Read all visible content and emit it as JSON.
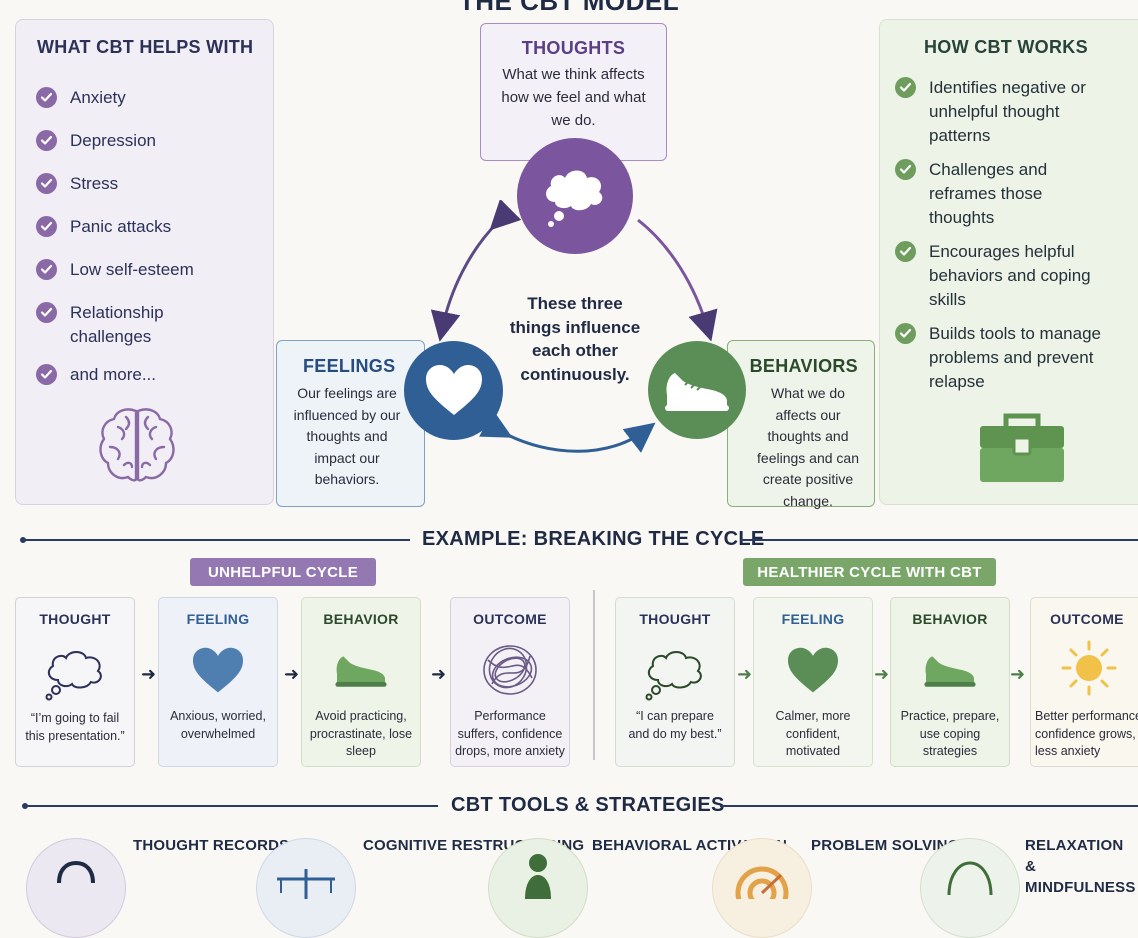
{
  "page": {
    "title": "THE CBT MODEL"
  },
  "helps": {
    "title": "WHAT CBT HELPS WITH",
    "items": [
      "Anxiety",
      "Depression",
      "Stress",
      "Panic attacks",
      "Low self-esteem",
      "Relationship challenges",
      "and more..."
    ]
  },
  "works": {
    "title": "HOW CBT WORKS",
    "items": [
      "Identifies negative or unhelpful thought patterns",
      "Challenges and reframes those thoughts",
      "Encourages helpful behaviors and coping skills",
      "Builds tools to manage problems and prevent relapse"
    ]
  },
  "model": {
    "thoughts": {
      "title": "THOUGHTS",
      "text": "What we think affects how we feel and what we do."
    },
    "feelings": {
      "title": "FEELINGS",
      "text": "Our feelings are influenced by our thoughts and impact our behaviors."
    },
    "behaviors": {
      "title": "BEHAVIORS",
      "text": "What we do affects our thoughts and feelings and can create positive change."
    },
    "center": "These three things influence each other continuously."
  },
  "example": {
    "title": "EXAMPLE: BREAKING THE CYCLE",
    "unhelpful": {
      "label": "UNHELPFUL CYCLE",
      "cards": [
        {
          "title": "THOUGHT",
          "text": "“I’m going to fail this presentation.”"
        },
        {
          "title": "FEELING",
          "text": "Anxious, worried, overwhelmed"
        },
        {
          "title": "BEHAVIOR",
          "text": "Avoid practicing, procrastinate, lose sleep"
        },
        {
          "title": "OUTCOME",
          "text": "Performance suffers, confidence drops, more anxiety"
        }
      ]
    },
    "healthier": {
      "label": "HEALTHIER CYCLE WITH CBT",
      "cards": [
        {
          "title": "THOUGHT",
          "text": "“I can prepare and do my best.”"
        },
        {
          "title": "FEELING",
          "text": "Calmer, more confident, motivated"
        },
        {
          "title": "BEHAVIOR",
          "text": "Practice, prepare, use coping strategies"
        },
        {
          "title": "OUTCOME",
          "text": "Better performance, confidence grows, less anxiety"
        }
      ]
    }
  },
  "tools": {
    "title": "CBT TOOLS & STRATEGIES",
    "items": [
      {
        "label": "THOUGHT RECORDS"
      },
      {
        "label": "COGNITIVE RESTRUCTURING"
      },
      {
        "label": "BEHAVIORAL ACTIVATION"
      },
      {
        "label": "PROBLEM SOLVING"
      },
      {
        "label": "RELAXATION & MINDFULNESS"
      }
    ]
  },
  "colors": {
    "purple": "#7b569e",
    "blue": "#2f5f95",
    "green": "#5a8e56",
    "navy": "#1f2a44"
  }
}
